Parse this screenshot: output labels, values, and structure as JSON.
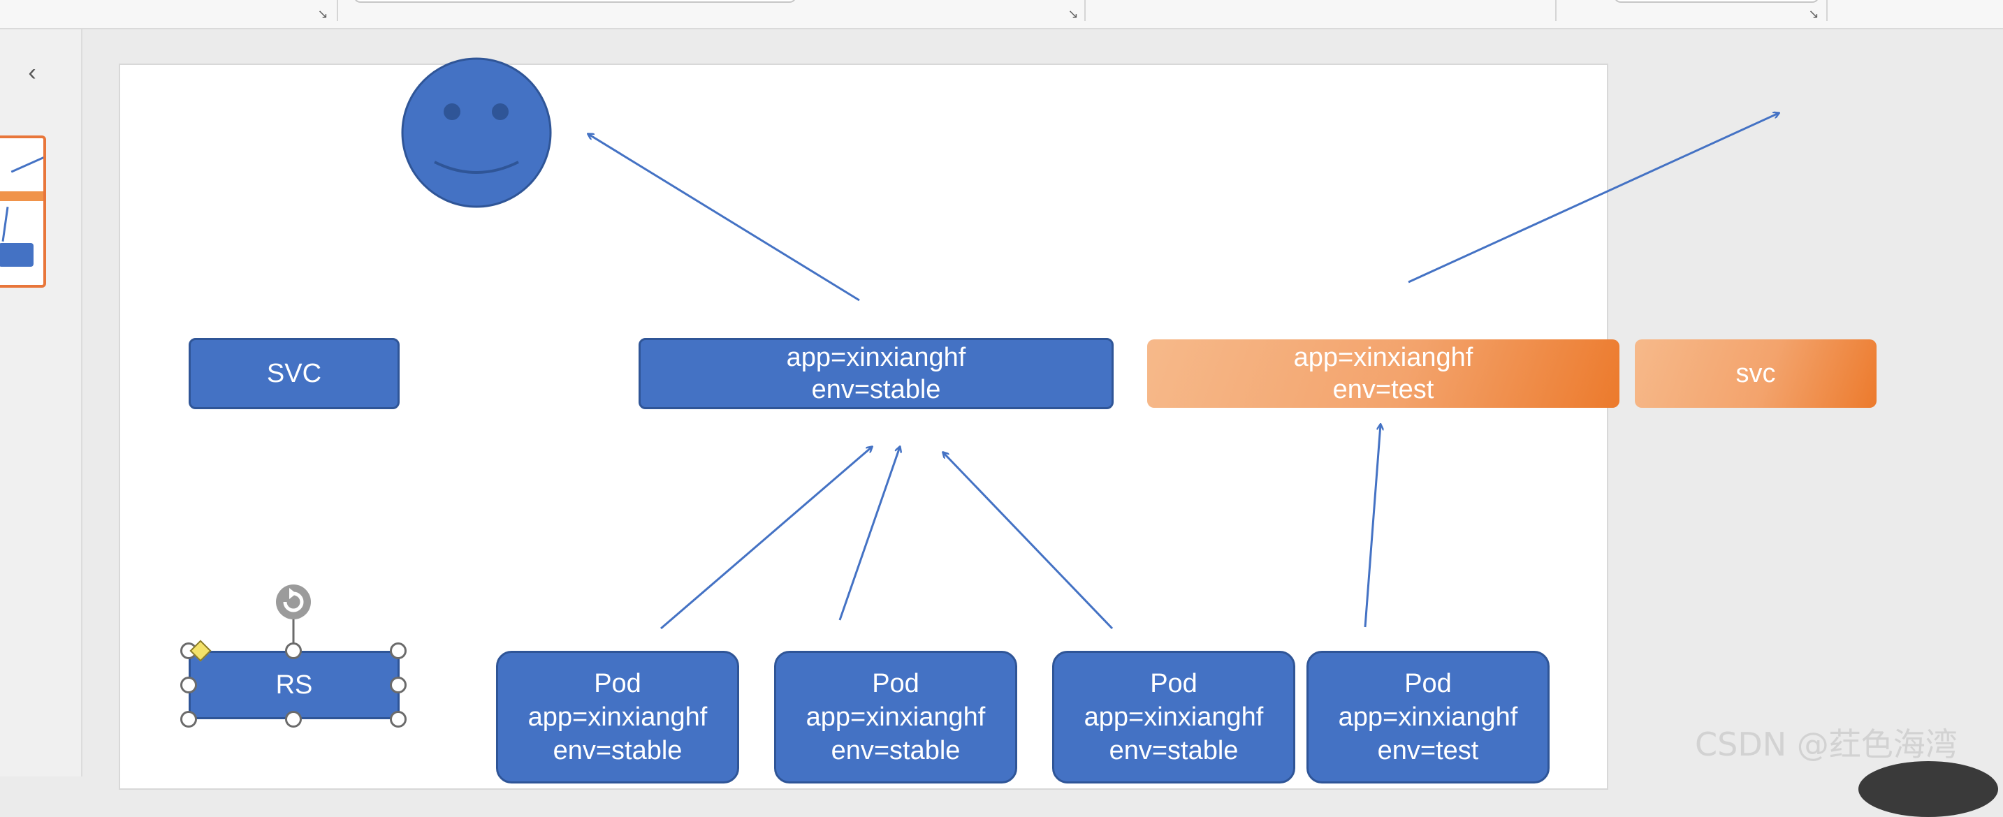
{
  "ui": {
    "collapse_glyph": "‹",
    "launcher_glyph": "↘"
  },
  "slide": {
    "svc_left": "SVC",
    "rs": "RS",
    "selector_stable": {
      "line1": "app=xinxianghf",
      "line2": "env=stable"
    },
    "selector_test": {
      "line1": "app=xinxianghf",
      "line2": "env=test"
    },
    "svc_right": "svc",
    "pods": [
      {
        "line1": "Pod",
        "line2": "app=xinxianghf",
        "line3": "env=stable"
      },
      {
        "line1": "Pod",
        "line2": "app=xinxianghf",
        "line3": "env=stable"
      },
      {
        "line1": "Pod",
        "line2": "app=xinxianghf",
        "line3": "env=stable"
      },
      {
        "line1": "Pod",
        "line2": "app=xinxianghf",
        "line3": "env=test"
      }
    ]
  },
  "watermark": "CSDN @荭色海湾",
  "colors": {
    "shape_blue": "#4472c4",
    "shape_border": "#2f5597",
    "orange_light": "#f6b98a",
    "orange_dark": "#ec7a2c",
    "selection": "#e8763a"
  },
  "icons": [
    "chevron-left-icon",
    "smiley-face-icon",
    "rotate-handle-icon",
    "adjust-handle-icon",
    "dialog-launcher-icon"
  ]
}
